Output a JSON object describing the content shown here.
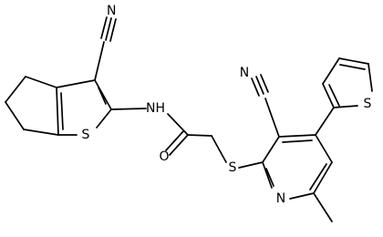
{
  "molecule": {
    "atom_labels": {
      "n_cyano_left": "N",
      "s_ring_left": "S",
      "nh": "NH",
      "o_carbonyl": "O",
      "s_linker": "S",
      "n_cyano_right": "N",
      "n_pyridine": "N",
      "s_thiophene": "S"
    }
  }
}
